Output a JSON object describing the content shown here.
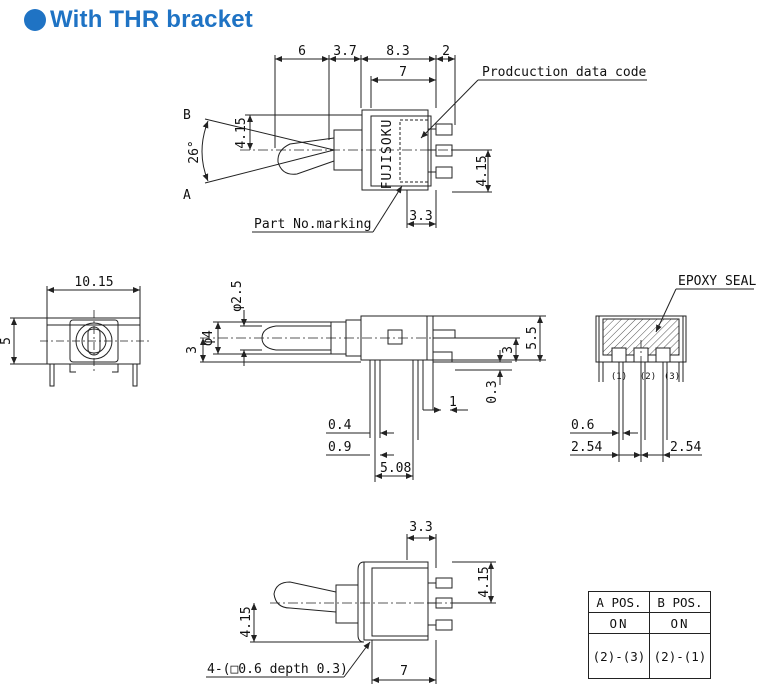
{
  "title": "With THR bracket",
  "colors": {
    "accent": "#1f73c4",
    "line": "#222222"
  },
  "top_view": {
    "dims": [
      "6",
      "3.7",
      "8.3",
      "2",
      "7",
      "4.15",
      "26°",
      "4.15",
      "3.3"
    ],
    "labels": {
      "b": "B",
      "a": "A",
      "brand": "FUJISOKU",
      "code": "Prodcuction data code",
      "part": "Part No.marking"
    }
  },
  "side_view": {
    "dims": [
      "10.15",
      "5"
    ]
  },
  "front_view": {
    "dims": [
      "φ2.5",
      "φ4",
      "3",
      "3",
      "5.5",
      "0.3",
      "1",
      "0.4",
      "0.9",
      "5.08"
    ]
  },
  "rear_view": {
    "label": "EPOXY SEAL",
    "terminals": [
      "(1)",
      "(2)",
      "(3)"
    ],
    "dims": [
      "0.6",
      "2.54",
      "2.54"
    ]
  },
  "bottom_view": {
    "dims": [
      "3.3",
      "4.15",
      "4.15",
      "7"
    ],
    "note": "4-(□0.6 depth 0.3)"
  },
  "table": {
    "headers": [
      "A POS.",
      "B POS."
    ],
    "on": [
      "ON",
      "ON"
    ],
    "conn": [
      "(2)-(3)",
      "(2)-(1)"
    ]
  }
}
